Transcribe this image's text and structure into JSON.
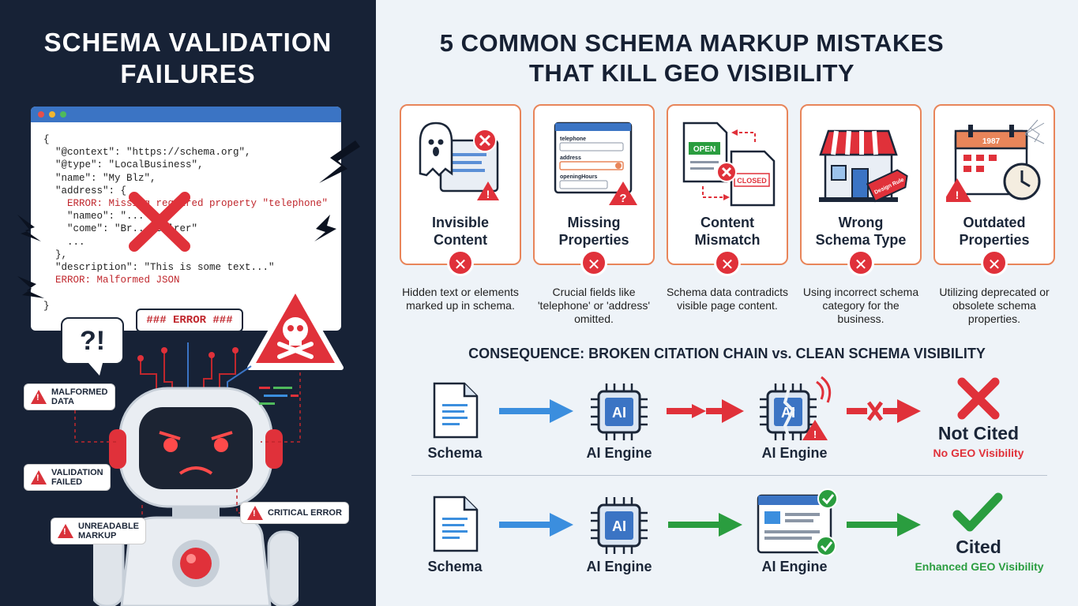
{
  "left": {
    "title": "SCHEMA VALIDATION\nFAILURES",
    "code_lines": [
      {
        "text": "{",
        "error": false
      },
      {
        "text": "  \"@context\": \"https://schema.org\",",
        "error": false
      },
      {
        "text": "  \"@type\": \"LocalBusiness\",",
        "error": false
      },
      {
        "text": "  \"name\": \"My Blz\",",
        "error": false
      },
      {
        "text": "  \"address\": {",
        "error": false
      },
      {
        "text": "    ERROR: Missing required property \"telephone\"",
        "error": true
      },
      {
        "text": "    \"nameo\": \"...\",",
        "error": false
      },
      {
        "text": "    \"come\": \"Br... Silrer\"",
        "error": false
      },
      {
        "text": "    ...",
        "error": false
      },
      {
        "text": "  },",
        "error": false
      },
      {
        "text": "  \"description\": \"This is some text...\"",
        "error": false
      },
      {
        "text": "  ERROR: Malformed JSON",
        "error": true
      },
      {
        "text": "",
        "error": false
      },
      {
        "text": "}",
        "error": false
      }
    ],
    "speech_bubble": "?!",
    "error_tag": "### ERROR ###",
    "badges": {
      "malformed": "MALFORMED\nDATA",
      "validation": "VALIDATION\nFAILED",
      "unreadable": "UNREADABLE\nMARKUP",
      "critical": "CRITICAL ERROR"
    }
  },
  "right": {
    "title": "5 COMMON SCHEMA MARKUP MISTAKES\nTHAT KILL GEO VISIBILITY",
    "cards": [
      {
        "title": "Invisible\nContent",
        "desc": "Hidden text or elements marked up in schema."
      },
      {
        "title": "Missing\nProperties",
        "desc": "Crucial fields like 'telephone' or 'address' omitted."
      },
      {
        "title": "Content\nMismatch",
        "desc": "Schema data contradicts visible page content."
      },
      {
        "title": "Wrong\nSchema Type",
        "desc": "Using incorrect schema category for the business."
      },
      {
        "title": "Outdated\nProperties",
        "desc": "Utilizing deprecated or obsolete schema properties."
      }
    ],
    "card_icon_text": {
      "field_telephone": "telephone",
      "field_address": "address",
      "field_opening": "openingHours",
      "open": "OPEN",
      "closed": "CLOSED",
      "year": "1987",
      "tag": "Design Rule"
    },
    "consequence": "CONSEQUENCE: BROKEN CITATION CHAIN vs. CLEAN SCHEMA VISIBILITY",
    "flow_bad": {
      "schema": "Schema",
      "engine1": "AI Engine",
      "engine2": "AI Engine",
      "result": "Not Cited",
      "result_sub": "No GEO Visibility",
      "chip": "AI"
    },
    "flow_good": {
      "schema": "Schema",
      "engine1": "AI Engine",
      "engine2": "AI Engine",
      "result": "Cited",
      "result_sub": "Enhanced GEO Visibility",
      "chip": "AI"
    }
  },
  "colors": {
    "left_bg": "#172236",
    "error_red": "#e0313a",
    "card_border": "#e8855a",
    "flow_blue": "#3b8ede",
    "success_green": "#2a9d3f"
  }
}
